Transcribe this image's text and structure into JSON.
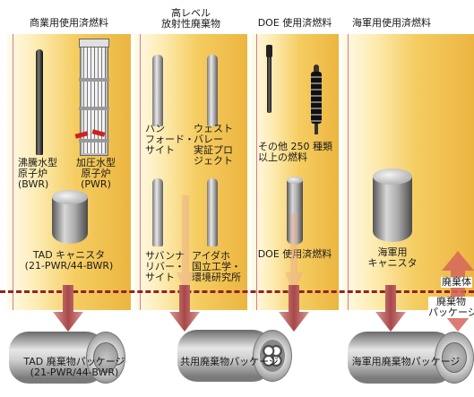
{
  "headers": {
    "commercial": "商業用使用済燃料",
    "hlw_line1": "高レベル",
    "hlw_line2": "放射性廃棄物",
    "doe": "DOE 使用済燃料",
    "navy": "海軍用使用済燃料"
  },
  "commercial": {
    "bwr_lines": [
      "沸騰水型",
      "原子炉",
      "(BWR)"
    ],
    "pwr_lines": [
      "加圧水型",
      "原子炉",
      "(PWR)"
    ],
    "tad_lines": [
      "TAD キャニスタ",
      "(21-PWR/44-BWR)"
    ]
  },
  "hlw": {
    "hanford_lines": [
      "ハン",
      "フォード・",
      "サイト"
    ],
    "westvalley_lines": [
      "ウェスト",
      "バレー",
      "実証プロ",
      "ジェクト"
    ],
    "savannah_lines": [
      "サバンナ",
      "リバー・",
      "サイト"
    ],
    "idaho_lines": [
      "アイダホ",
      "国立工学・",
      "環境研究所"
    ]
  },
  "doe": {
    "other_lines": [
      "その他 250 種類",
      "以上の燃料"
    ],
    "canister_label": "DOE 使用済燃料"
  },
  "navy": {
    "canister_lines": [
      "海軍用",
      "キャニスタ"
    ]
  },
  "legend": {
    "upper": "廃棄体",
    "lower_lines": [
      "廃棄物",
      "パッケージ"
    ]
  },
  "packages": {
    "tad_lines": [
      "TAD 廃棄物パッケージ",
      "(21-PWR/44-BWR)"
    ],
    "common": "共用廃棄物パッケージ",
    "navy": "海軍用廃棄物パッケージ"
  },
  "colors": {
    "column_gradient_end": "#ecb540",
    "dashed_line": "#8e2424",
    "arrow": "#a8484a"
  }
}
